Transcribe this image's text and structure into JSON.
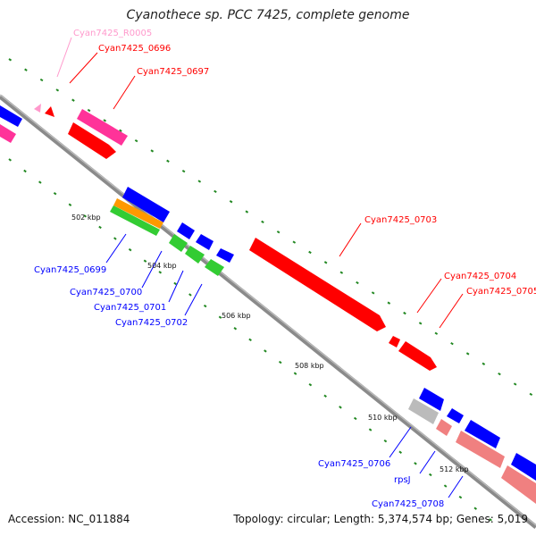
{
  "title": "Cyanothece sp. PCC 7425, complete genome",
  "footer": {
    "accession": "Accession: NC_011884",
    "topology": "Topology: circular; Length: 5,374,574 bp; Genes: 5,019"
  },
  "colors": {
    "red": "#ff0000",
    "pink": "#ff3399",
    "light_pink": "#ff99cc",
    "blue": "#0000ff",
    "green": "#33cc33",
    "orange": "#ff9900",
    "salmon": "#f08080",
    "gray": "#bbbbbb",
    "backbone": "#888888",
    "ticks": "#228822"
  },
  "scale_labels": [
    "502 kbp",
    "504 kbp",
    "506 kbp",
    "508 kbp",
    "510 kbp",
    "512 kbp"
  ],
  "gene_labels": {
    "r0005": "Cyan7425_R0005",
    "g0696": "Cyan7425_0696",
    "g0697": "Cyan7425_0697",
    "g0699": "Cyan7425_0699",
    "g0700": "Cyan7425_0700",
    "g0701": "Cyan7425_0701",
    "g0702": "Cyan7425_0702",
    "g0703": "Cyan7425_0703",
    "g0704": "Cyan7425_0704",
    "g0705": "Cyan7425_0705",
    "g0706": "Cyan7425_0706",
    "rpsJ": "rpsJ",
    "g0708": "Cyan7425_0708"
  }
}
